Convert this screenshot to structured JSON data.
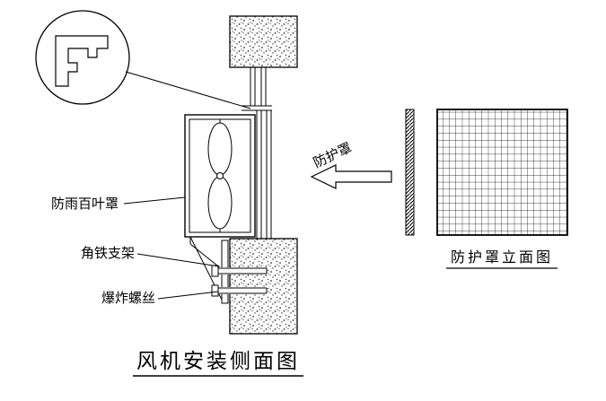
{
  "page": {
    "background_color": "#ffffff",
    "line_color": "#000000"
  },
  "side_view": {
    "caption": "风机安装侧面图",
    "labels": {
      "rain_louver_cover": "防雨百叶罩",
      "angle_iron_bracket": "角铁支架",
      "expansion_bolt": "爆炸螺丝",
      "protective_cover": "防护罩"
    },
    "icons": [
      "angle-iron-detail-icon",
      "fan-blades-icon",
      "left-arrow-icon"
    ]
  },
  "elevation_view": {
    "caption": "防护罩立面图"
  }
}
